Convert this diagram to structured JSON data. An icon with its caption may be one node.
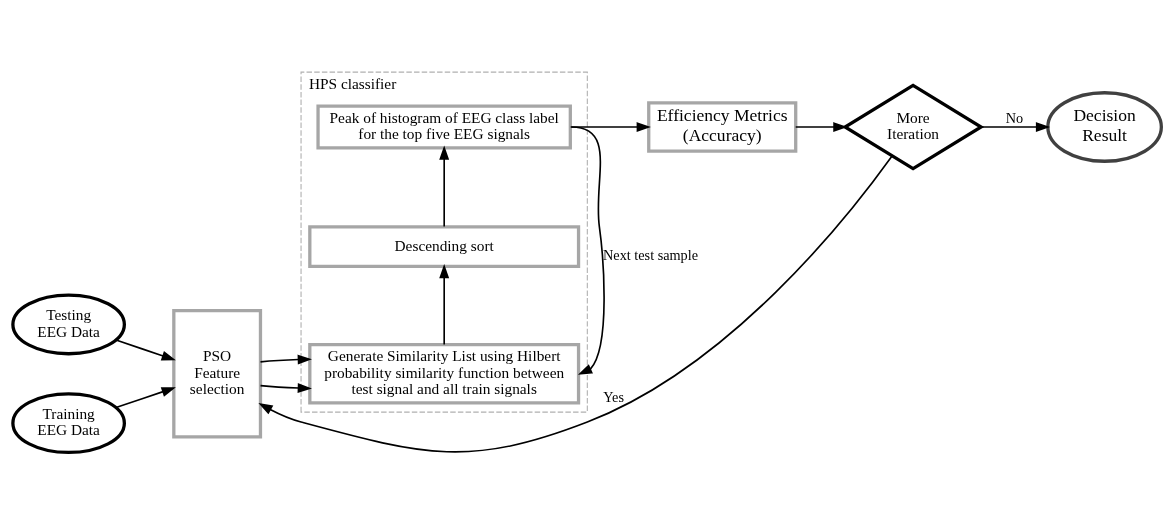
{
  "diagram": {
    "nodes": [
      {
        "text": [
          "Testing EEG Data"
        ]
      },
      {
        "text": [
          "Training EEG Data"
        ]
      },
      {
        "text": [
          "PSO Feature selection"
        ]
      },
      {
        "text": [
          "HPS classifier"
        ]
      },
      {
        "text": [
          "Peak of histogram of EEG class label for the top five EEG signals"
        ],
        "in": 3
      },
      {
        "text": [
          "Descending sort"
        ],
        "in": 3
      },
      {
        "text": [
          "Generate Similarity List using Hilbert probability similarity function between test signal and all train signals"
        ],
        "in": 3
      },
      {
        "text": [
          "Efficiency Metrics (Accuracy)"
        ]
      },
      {
        "text": [
          "More Iteration"
        ]
      },
      {
        "text": [
          "Decision Result"
        ]
      }
    ],
    "edges": [
      {
        "from": 0,
        "to": 2,
        "arrow": "to"
      },
      {
        "from": 1,
        "to": 2,
        "arrow": "to"
      },
      {
        "from": 2,
        "to": 6,
        "arrow": "to"
      },
      {
        "from": 2,
        "to": 6,
        "arrow": "to"
      },
      {
        "from": 6,
        "to": 5,
        "arrow": "to"
      },
      {
        "from": 5,
        "to": 4,
        "arrow": "to"
      },
      {
        "from": 4,
        "to": 6,
        "arrow": "to",
        "label": "Next test sample"
      },
      {
        "from": 4,
        "to": 7,
        "arrow": "to"
      },
      {
        "from": 7,
        "to": 8,
        "arrow": "to"
      },
      {
        "from": 8,
        "to": 9,
        "arrow": "to",
        "label": "No"
      },
      {
        "from": 8,
        "to": 2,
        "arrow": "to",
        "label": "Yes"
      }
    ]
  }
}
